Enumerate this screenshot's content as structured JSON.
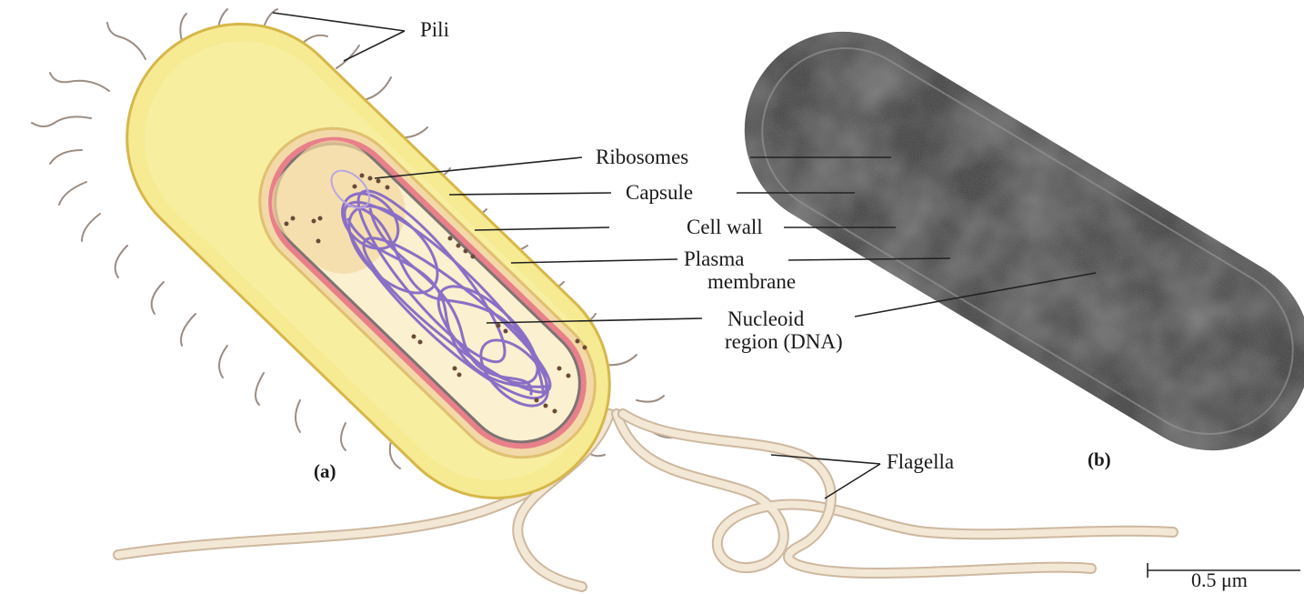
{
  "labels": {
    "pili": "Pili",
    "ribosomes": "Ribosomes",
    "capsule": "Capsule",
    "cell_wall": "Cell wall",
    "plasma_1": "Plasma",
    "plasma_2": "membrane",
    "nucleoid_1": "Nucleoid",
    "nucleoid_2": "region (DNA)",
    "flagella": "Flagella",
    "panel_a": "(a)",
    "panel_b": "(b)",
    "scale_bar": "0.5 μm"
  },
  "colors": {
    "capsule": "#f5e98f",
    "capsule_edge": "#d9b947",
    "cell_wall": "#e8808a",
    "cytoplasm": "#fbf0cf",
    "dna": "#8a6fc6",
    "micrograph": "#3b3b3b",
    "flagellum": "#efe3cf"
  }
}
